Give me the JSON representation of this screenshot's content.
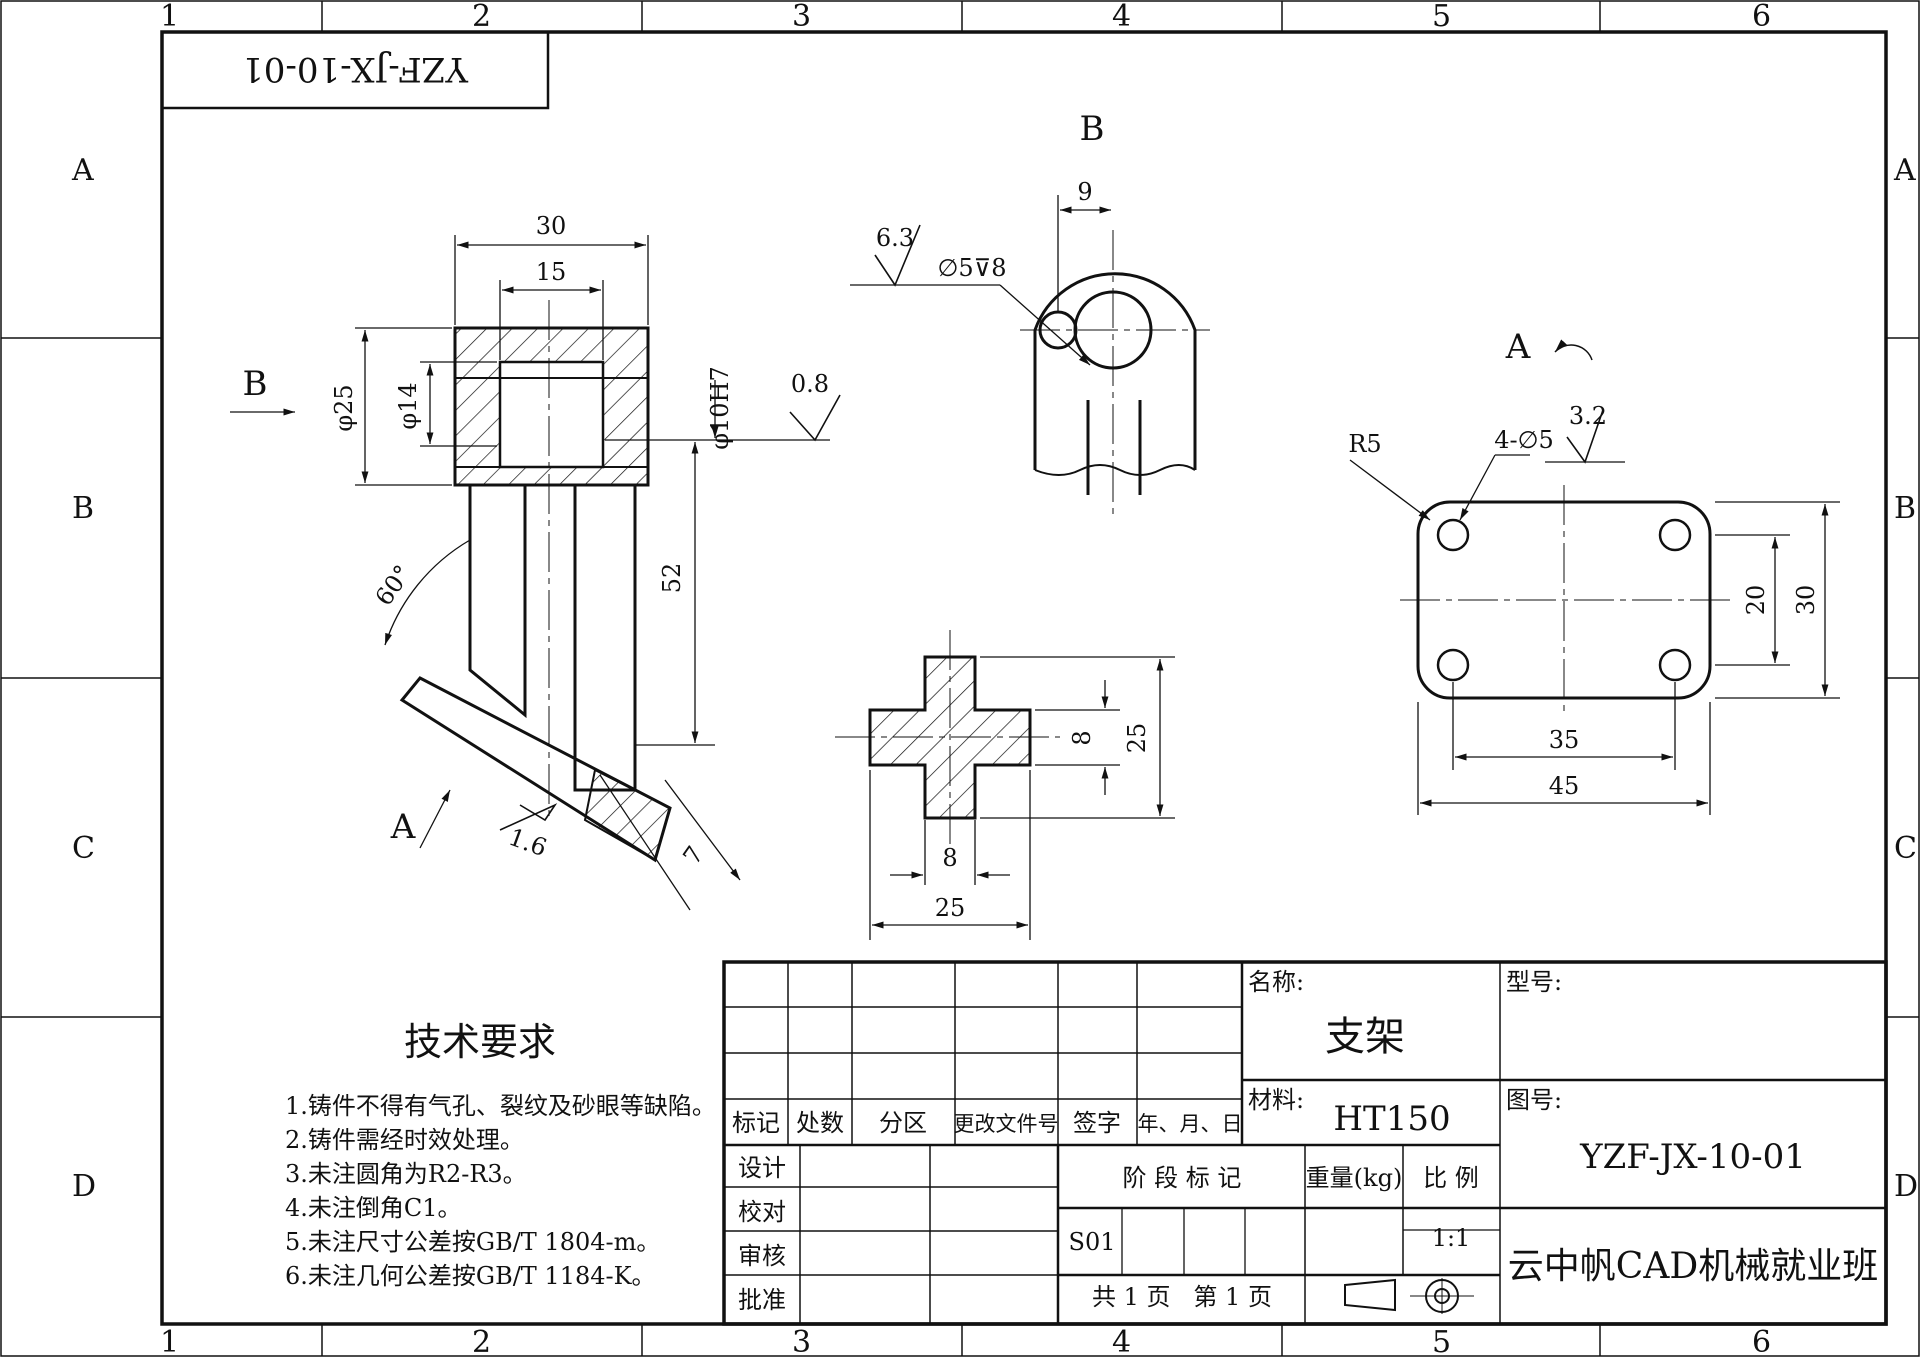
{
  "drawing_number_mirrored": "YZF-JX-10-01",
  "zones": {
    "columns": [
      "1",
      "2",
      "3",
      "4",
      "5",
      "6"
    ],
    "rows": [
      "A",
      "B",
      "C",
      "D"
    ]
  },
  "views": {
    "main": {
      "arrow_b": "B",
      "arrow_a": "A",
      "dims": {
        "width_30": "30",
        "width_15": "15",
        "dia_25": "φ25",
        "dia_14": "φ14",
        "dia_10h7": "φ10H7",
        "height_52": "52",
        "angle_60": "60°",
        "thick_7": "7"
      },
      "roughness_08": "0.8",
      "roughness_16": "1.6"
    },
    "view_b": {
      "title": "B",
      "dim_9": "9",
      "hole_note": "∅5⊽8",
      "roughness_63": "6.3"
    },
    "section": {
      "dim_8_v": "8",
      "dim_25_v": "25",
      "dim_8_h": "8",
      "dim_25_h": "25"
    },
    "view_a": {
      "title": "A",
      "radius": "R5",
      "holes": "4-∅5",
      "roughness_32": "3.2",
      "dim_20": "20",
      "dim_30": "30",
      "dim_35": "35",
      "dim_45": "45"
    }
  },
  "tech_requirements": {
    "title": "技术要求",
    "items": [
      "1.铸件不得有气孔、裂纹及砂眼等缺陷。",
      "2.铸件需经时效处理。",
      "3.未注圆角为R2-R3。",
      "4.未注倒角C1。",
      "5.未注尺寸公差按GB/T 1804-m。",
      "6.未注几何公差按GB/T 1184-K。"
    ]
  },
  "title_block": {
    "rev_headers": [
      "标记",
      "处数",
      "分区",
      "更改文件号",
      "签字",
      "年、月、日"
    ],
    "sign_labels": [
      "设计",
      "校对",
      "审核",
      "批准"
    ],
    "name_label": "名称:",
    "name_value": "支架",
    "material_label": "材料:",
    "material_value": "HT150",
    "model_label": "型号:",
    "drawing_no_label": "图号:",
    "drawing_no_value": "YZF-JX-10-01",
    "stage_label": "阶 段 标 记",
    "weight_label": "重量(kg)",
    "scale_label": "比 例",
    "stage_value": "S01",
    "scale_value": "1:1",
    "pages": "共 1 页   第 1 页",
    "company": "云中帆CAD机械就业班"
  }
}
